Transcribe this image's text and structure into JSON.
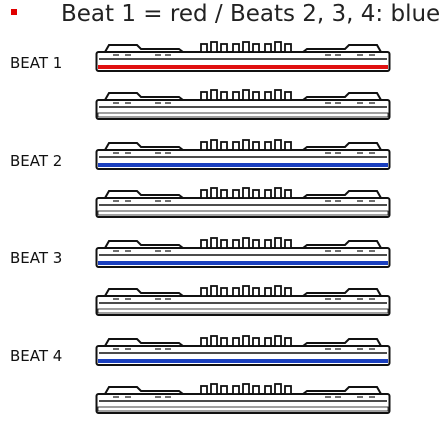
{
  "slide": {
    "title": "Beat 1 = red / Beats 2, 3, 4: blue",
    "bullet_color": "#e00000"
  },
  "colors": {
    "beat_1": "#e01010",
    "beats_2_4": "#1a3fbf",
    "outline": "#111111"
  },
  "beats": [
    {
      "label": "BEAT 1",
      "accent": "red"
    },
    {
      "label": "BEAT 2",
      "accent": "blue"
    },
    {
      "label": "BEAT 3",
      "accent": "blue"
    },
    {
      "label": "BEAT 4",
      "accent": "blue"
    }
  ],
  "controllers": [
    {
      "beat": 1,
      "lit": true,
      "accent_color": "#e01010"
    },
    {
      "beat": 1,
      "lit": false
    },
    {
      "beat": 2,
      "lit": true,
      "accent_color": "#1a3fbf"
    },
    {
      "beat": 2,
      "lit": false
    },
    {
      "beat": 3,
      "lit": true,
      "accent_color": "#1a3fbf"
    },
    {
      "beat": 3,
      "lit": false
    },
    {
      "beat": 4,
      "lit": true,
      "accent_color": "#1a3fbf"
    },
    {
      "beat": 4,
      "lit": false
    }
  ]
}
